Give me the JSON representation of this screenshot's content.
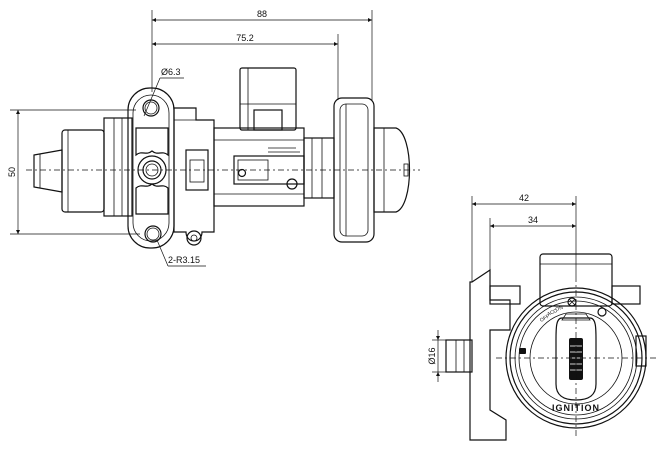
{
  "dimensions": {
    "overall_length": "88",
    "body_length": "75.2",
    "height": "50",
    "hole_diameter": "Ø6.3",
    "slot_radius": "2-R3.15",
    "face_width": "42",
    "face_inner_width": "34",
    "shaft_diameter": "Ø16"
  },
  "face": {
    "ignition_label": "IGNITION",
    "position_marks": [
      "OFF",
      "ACC",
      "ON"
    ]
  }
}
